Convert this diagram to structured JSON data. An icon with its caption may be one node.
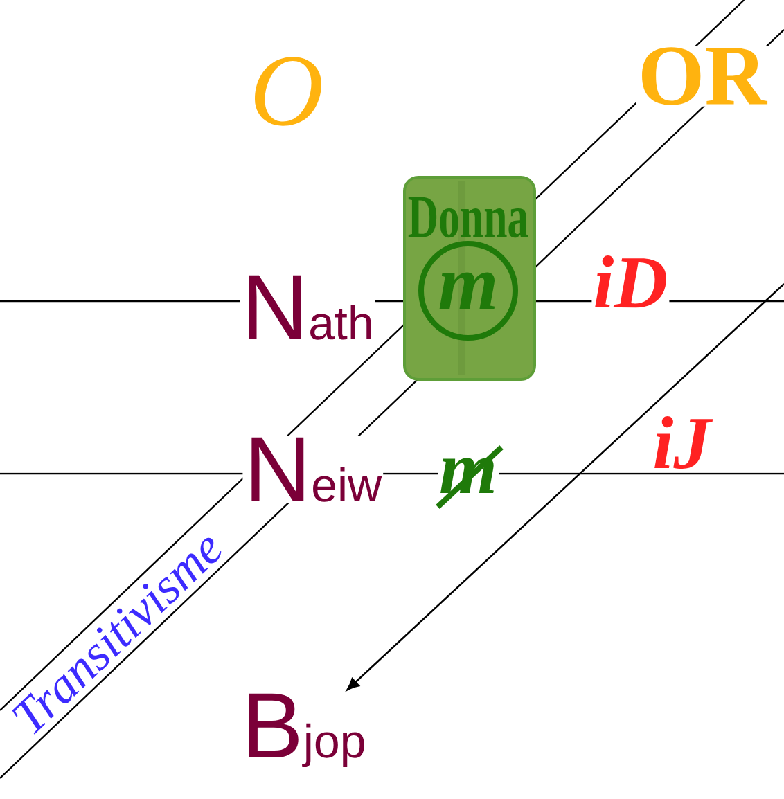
{
  "diagram": {
    "nodes": [
      {
        "text": [
          "Donna"
        ]
      },
      {
        "text": [
          "m"
        ],
        "in": 0
      },
      {
        "text": [
          "Bjop"
        ]
      }
    ],
    "edges": [
      {
        "from": null,
        "to": 2,
        "arrow": "to"
      }
    ],
    "labels": [
      "O",
      "OR",
      "Nath",
      "iD",
      "Neiw",
      "m",
      "iJ",
      "Transitivisme"
    ]
  }
}
